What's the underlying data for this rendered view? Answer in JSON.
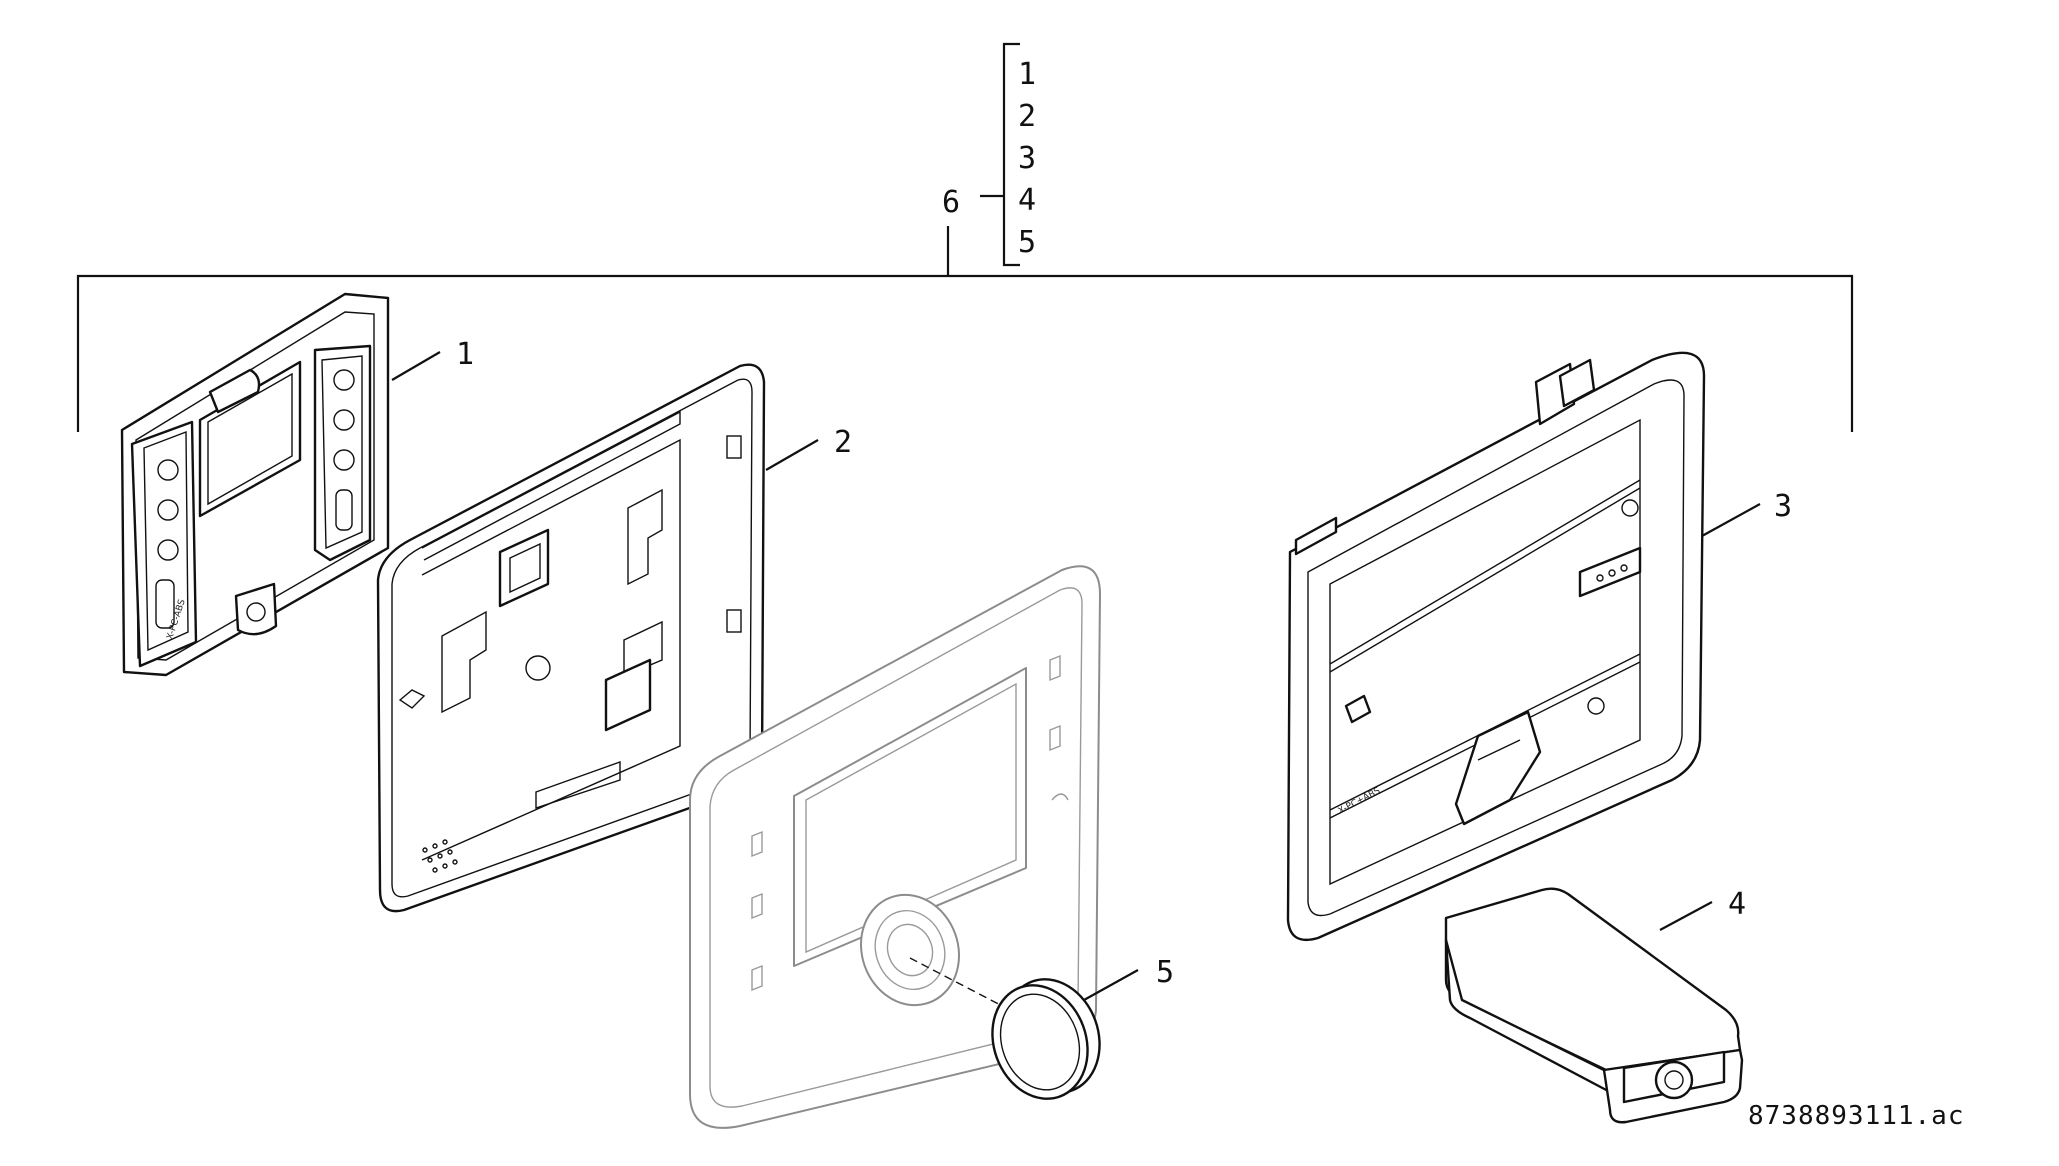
{
  "callouts": {
    "group_list": [
      "1",
      "2",
      "3",
      "4",
      "5"
    ],
    "group_label": "6",
    "part_1": "1",
    "part_2": "2",
    "part_3": "3",
    "part_4": "4",
    "part_5": "5"
  },
  "document_id": "8738893111.ac"
}
